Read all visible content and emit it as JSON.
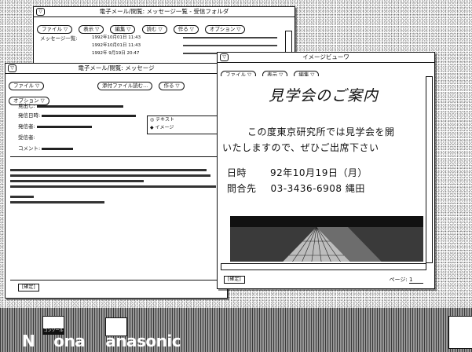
{
  "list_window": {
    "title": "電子メール/閲覧: メッセージ一覧 - 受信フォルダ",
    "menu": [
      "ファイル ▽",
      "表示 ▽",
      "編集 ▽",
      "読む ▽",
      "作る ▽",
      "オプション ▽"
    ],
    "list_label": "メッセージ一覧:",
    "rows": [
      {
        "date": "1992年10月01日 11:43"
      },
      {
        "date": "1992年10月01日 11:43"
      },
      {
        "date": "1992年 9月19日 20:47"
      }
    ]
  },
  "message_window": {
    "title": "電子メール/閲覧: メッセージ",
    "menu": [
      "ファイル ▽",
      "添付ファイル読む...",
      "作る ▽",
      "オプション ▽"
    ],
    "subject_label": "見出し:",
    "sent_label": "発信日時:",
    "sender_label": "発信者:",
    "recipient_label": "受信者:",
    "comment_label": "コメント:",
    "attachment_options": [
      "テキスト",
      "イメージ"
    ],
    "footer_button": "[確定]"
  },
  "viewer_window": {
    "title": "イメージビューワ",
    "menu": [
      "ファイル ▽",
      "表示 ▽",
      "編集 ▽"
    ],
    "heading": "見学会のご案内",
    "para1": "この度東京研究所では見学会を開",
    "para2": "いたしますので、ぜひご出席下さい",
    "date_label": "日時",
    "date_value": "92年10月19日（月）",
    "contact_label": "問合先",
    "contact_value": "03-3436-6908 縄田",
    "page_label": "ページ:",
    "page_value": "1",
    "footer_button": "[確定]"
  },
  "logo": {
    "text1": "N",
    "text2": "ona",
    "text3": "anasonic",
    "icon_caption": "コンソール"
  },
  "colors": {
    "window_bg": "#ffffff",
    "border": "#111111"
  }
}
